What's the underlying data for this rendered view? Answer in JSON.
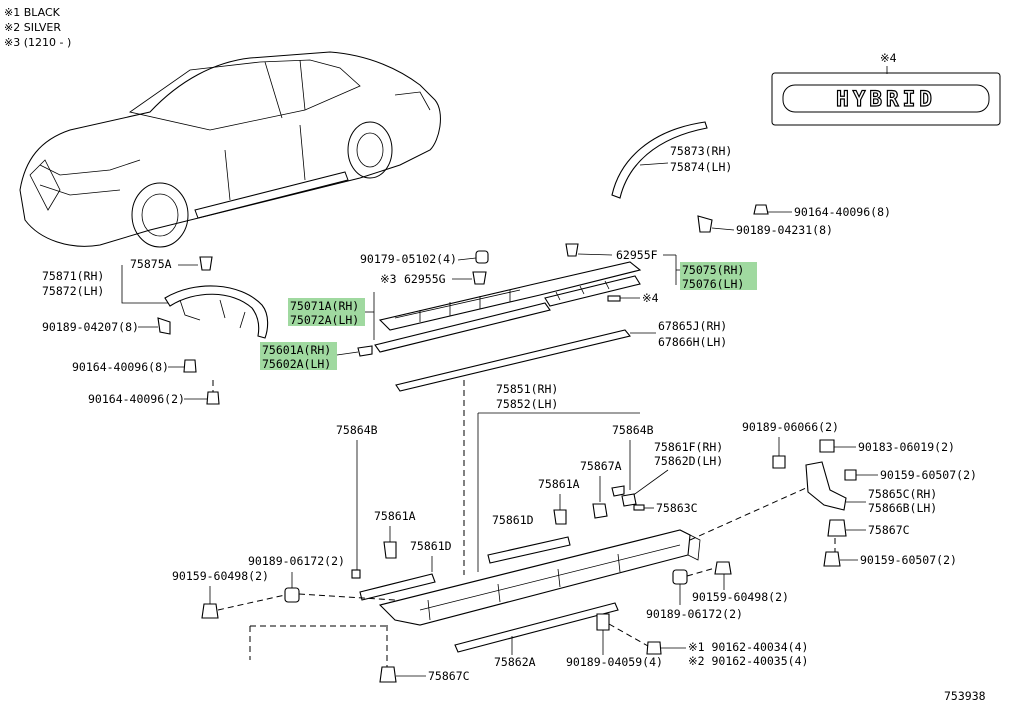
{
  "notes": [
    "※1 BLACK",
    "※2 SILVER",
    "※3 (1210 -     )"
  ],
  "emblem": {
    "ref": "※4",
    "text": "HYBRID"
  },
  "diagram_id": "753938",
  "callouts": {
    "c75873": "75873(RH)",
    "c75874": "75874(LH)",
    "c90164a": "90164-40096(8)",
    "c90189a": "90189-04231(8)",
    "c90179": "90179-05102(4)",
    "c62955f": "62955F",
    "c75075": "75075(RH)",
    "c75076": "75076(LH)",
    "c62955g_ref": "※3",
    "c62955g": "62955G",
    "c4b": "※4",
    "c75871": "75871(RH)",
    "c75872": "75872(LH)",
    "c75875a": "75875A",
    "c75071a": "75071A(RH)",
    "c75072a": "75072A(LH)",
    "c90189b": "90189-04207(8)",
    "c75601a": "75601A(RH)",
    "c75602a": "75602A(LH)",
    "c67865j": "67865J(RH)",
    "c67866h": "67866H(LH)",
    "c90164b": "90164-40096(8)",
    "c90164c": "90164-40096(2)",
    "c75851": "75851(RH)",
    "c75852": "75852(LH)",
    "c75864b_l": "75864B",
    "c75864b_r": "75864B",
    "c75861f": "75861F(RH)",
    "c75862d": "75862D(LH)",
    "c90189c": "90189-06066(2)",
    "c90183": "90183-06019(2)",
    "c75867a": "75867A",
    "c90159a": "90159-60507(2)",
    "c75861a_r": "75861A",
    "c75865c": "75865C(RH)",
    "c75866b": "75866B(LH)",
    "c75863c": "75863C",
    "c75861a_l": "75861A",
    "c75861d_r": "75861D",
    "c75867c_r": "75867C",
    "c75861d_l": "75861D",
    "c90189d": "90189-06172(2)",
    "c90159b": "90159-60498(2)",
    "c90159c": "90159-60507(2)",
    "c90159d": "90159-60498(2)",
    "c90189e": "90189-06172(2)",
    "c90162a": "※1 90162-40034(4)",
    "c90162b": "※2 90162-40035(4)",
    "c75862a": "75862A",
    "c90189f": "90189-04059(4)",
    "c75867c_b": "75867C"
  }
}
